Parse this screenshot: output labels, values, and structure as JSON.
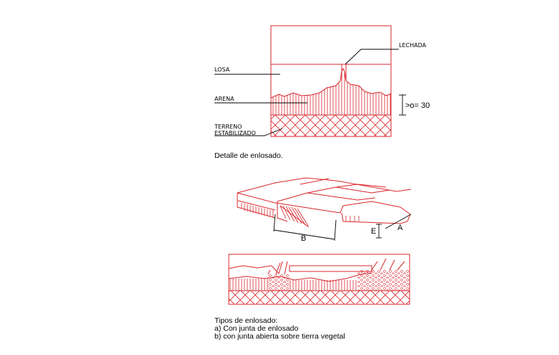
{
  "labels": {
    "lechada": "LECHADA",
    "losa": "LOSA",
    "arena": "ARENA",
    "terreno": "TERRENO",
    "estabilizado": "ESTABILIZADO",
    "dim_value": ">o=  30",
    "caption1": "Detalle de enlosado.",
    "dim_a": "A",
    "dim_b": "B",
    "dim_e": "E",
    "caption2_title": "Tipos de enlosado:",
    "caption2_a": "a) Con junta de enlosado",
    "caption2_b": "b) con junta abierta sobre tierra vegetal"
  },
  "colors": {
    "drawing": "#d9252b",
    "text": "#000000",
    "background": "#ffffff"
  }
}
